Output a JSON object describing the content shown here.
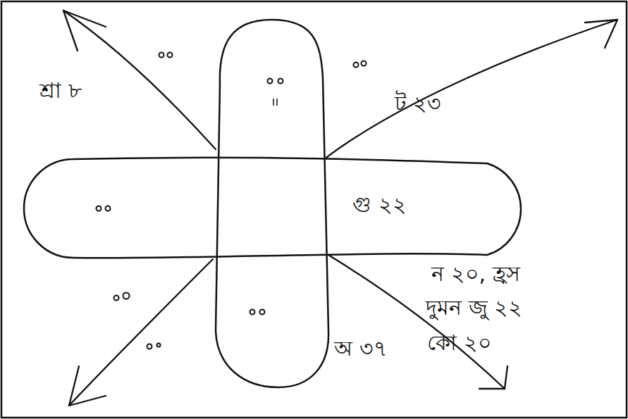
{
  "diagram": {
    "nodes": [
      {
        "text": [
          "গু ২২"
        ]
      }
    ],
    "labels": [
      "শ্রা ৮",
      "ট ২৩",
      "অ ৩৭",
      "ন ২০, হ্রস",
      "দুমন জু ২২",
      "কো ২০"
    ]
  }
}
